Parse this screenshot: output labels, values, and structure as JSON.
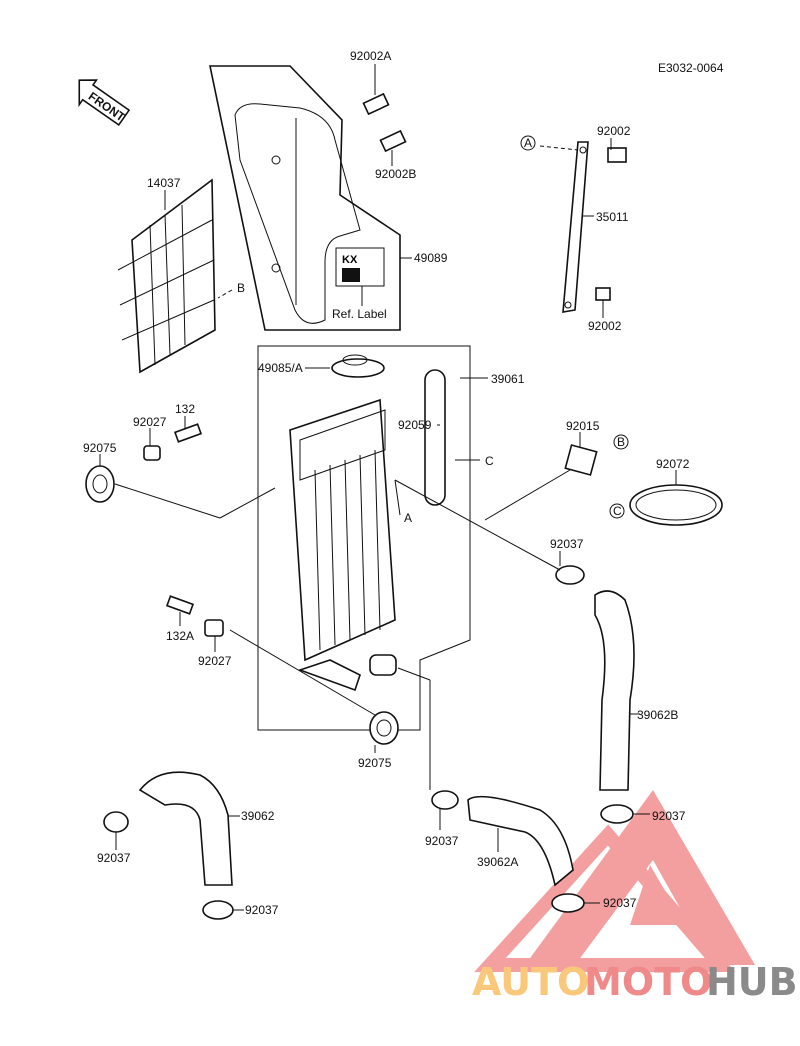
{
  "diagram": {
    "code": "E3032-0064",
    "front_label": "FRONT",
    "ref_label": "Ref. Label",
    "labels": {
      "p92002A": "92002A",
      "p92002B": "92002B",
      "p14037": "14037",
      "p49089": "49089",
      "refB_top": "B",
      "p92002_top": "92002",
      "p35011": "35011",
      "p92002_bottom": "92002",
      "refA_circle": "A",
      "p49085A": "49085/A",
      "p39061": "39061",
      "p92059": "92059",
      "refC_top": "C",
      "p132": "132",
      "p92027_top": "92027",
      "p92075_left": "92075",
      "p92015": "92015",
      "refB_circle": "B",
      "p92072": "92072",
      "refC_circle": "C",
      "refA_rad": "A",
      "p92037_mid": "92037",
      "p132A": "132A",
      "p92027_bottom": "92027",
      "p39062B": "39062B",
      "p92075_bottom": "92075",
      "p39062": "39062",
      "p92037_right_top": "92037",
      "p92037_left": "92037",
      "p92037_center": "92037",
      "p39062A": "39062A",
      "p92037_right_bottom": "92037",
      "p92037_bottom": "92037"
    }
  },
  "watermark": {
    "parts": [
      "AUTO",
      "MOTO",
      "HUB"
    ],
    "colors": [
      "#f9c87a",
      "#f08a8a",
      "#8a8a8a"
    ],
    "triangle_color": "#f08080"
  }
}
